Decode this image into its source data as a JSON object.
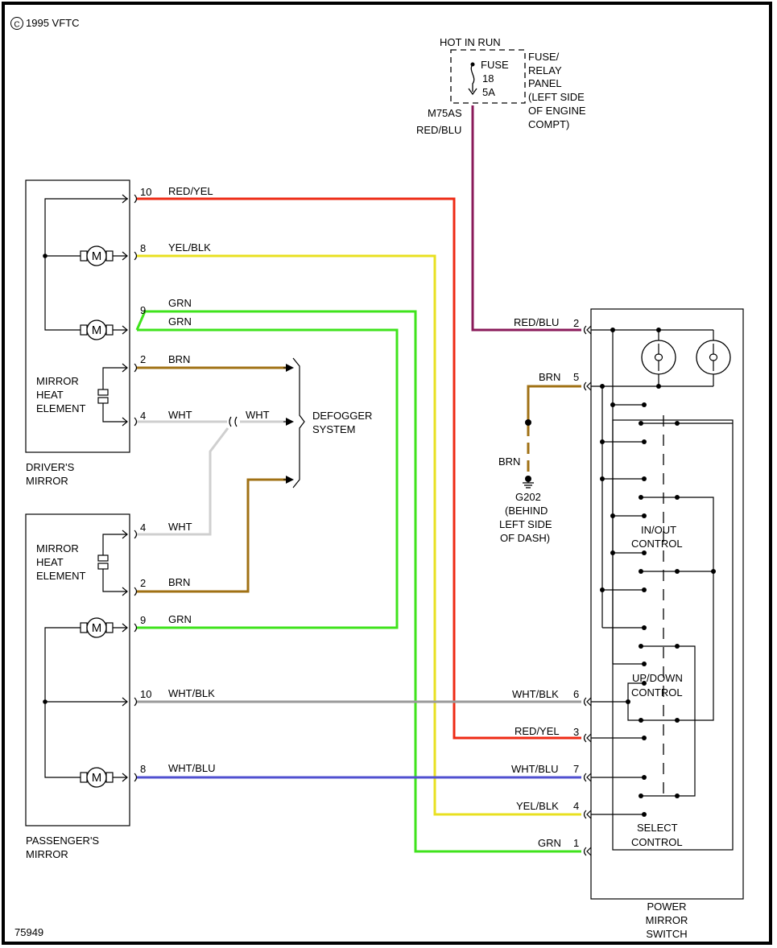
{
  "copyright": "1995 VFTC",
  "copyright_symbol": "C",
  "diagram_id": "75949",
  "fuse_block": {
    "hot_label": "HOT IN RUN",
    "fuse_word": "FUSE",
    "fuse_number": "18",
    "fuse_rating": "5A",
    "panel_lines": [
      "FUSE/",
      "RELAY",
      "PANEL",
      "(LEFT SIDE",
      "OF ENGINE",
      "COMPT)"
    ],
    "circuit": "M75AS",
    "wire_color": "RED/BLU"
  },
  "drivers_mirror": {
    "label_lines": [
      "DRIVER'S",
      "MIRROR"
    ],
    "heat_label_lines": [
      "MIRROR",
      "HEAT",
      "ELEMENT"
    ],
    "pins": [
      {
        "pin": "10",
        "color": "RED/YEL"
      },
      {
        "pin": "8",
        "color": "YEL/BLK"
      },
      {
        "pin": "9",
        "color": "GRN"
      },
      {
        "pin": "",
        "color": "GRN"
      },
      {
        "pin": "2",
        "color": "BRN"
      },
      {
        "pin": "4",
        "color": "WHT"
      }
    ],
    "motor_symbol": "M"
  },
  "passengers_mirror": {
    "label_lines": [
      "PASSENGER'S",
      "MIRROR"
    ],
    "heat_label_lines": [
      "MIRROR",
      "HEAT",
      "ELEMENT"
    ],
    "pins": [
      {
        "pin": "4",
        "color": "WHT"
      },
      {
        "pin": "2",
        "color": "BRN"
      },
      {
        "pin": "9",
        "color": "GRN"
      },
      {
        "pin": "10",
        "color": "WHT/BLK"
      },
      {
        "pin": "8",
        "color": "WHT/BLU"
      }
    ],
    "motor_symbol": "M"
  },
  "defogger": {
    "label_lines": [
      "DEFOGGER",
      "SYSTEM"
    ],
    "splice_color": "WHT"
  },
  "ground": {
    "wire_color": "BRN",
    "id": "G202",
    "label_lines": [
      "(BEHIND",
      "LEFT SIDE",
      "OF DASH)"
    ]
  },
  "switch": {
    "label_lines": [
      "POWER",
      "MIRROR",
      "SWITCH"
    ],
    "pins": [
      {
        "pin": "2",
        "color": "RED/BLU"
      },
      {
        "pin": "5",
        "color": "BRN"
      },
      {
        "pin": "6",
        "color": "WHT/BLK"
      },
      {
        "pin": "3",
        "color": "RED/YEL"
      },
      {
        "pin": "7",
        "color": "WHT/BLU"
      },
      {
        "pin": "4",
        "color": "YEL/BLK"
      },
      {
        "pin": "1",
        "color": "GRN"
      }
    ],
    "in_out_lines": [
      "IN/OUT",
      "CONTROL"
    ],
    "up_down_lines": [
      "UP/DOWN",
      "CONTROL"
    ],
    "select_lines": [
      "SELECT",
      "CONTROL"
    ]
  },
  "wire_colors": {
    "red_yel": "#ee2a14",
    "yel_blk": "#e8e020",
    "grn": "#3fe31c",
    "brn": "#a07114",
    "wht": "#cfcfcf",
    "red_blu": "#8a1a5a",
    "wht_blk": "#9a9a9a",
    "wht_blu": "#5050d0"
  }
}
